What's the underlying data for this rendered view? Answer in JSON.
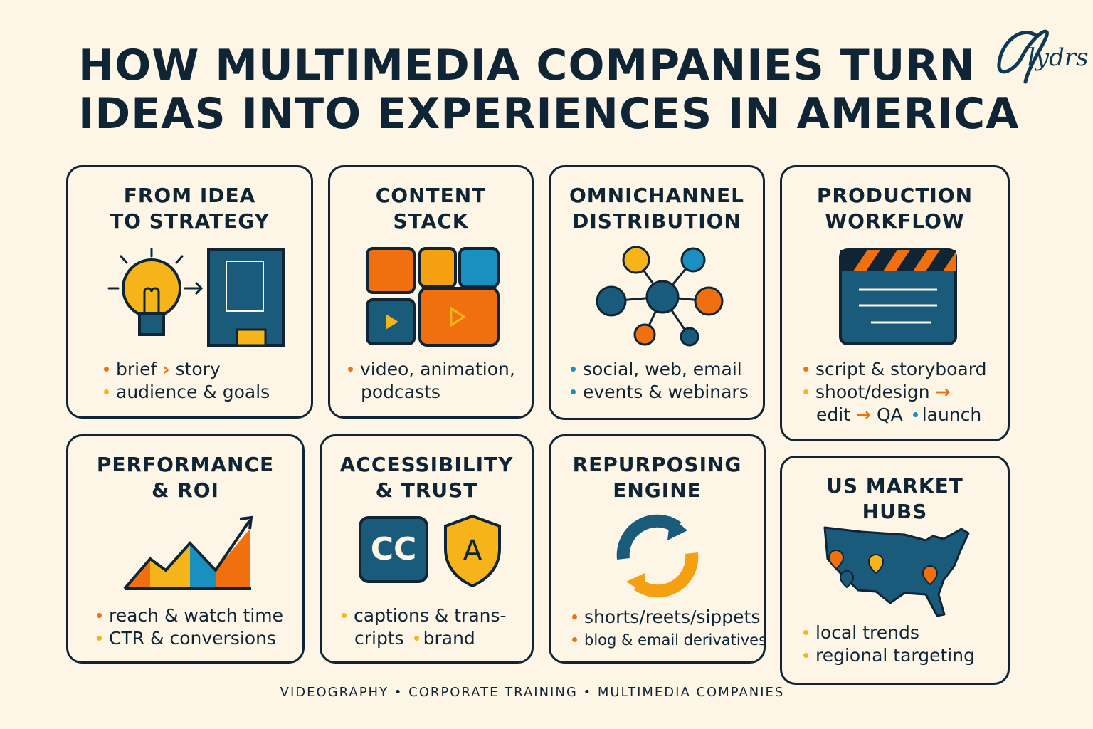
{
  "title": {
    "line1": "HOW MULTIMEDIA COMPANIES TURN",
    "line2": "IDEAS INTO EXPERIENCES IN AMERICA"
  },
  "logo": {
    "text": "Glydrs"
  },
  "colors": {
    "navy": "#0f2535",
    "blue": "#1a5a7a",
    "orange": "#f07010",
    "yellow": "#f5b51a",
    "cyan": "#1a90c0",
    "background": "#fdf6e6"
  },
  "cards": [
    {
      "title1": "FROM IDEA",
      "title2": "TO STRATEGY",
      "icon": "lightbulb-to-document",
      "b1a": "brief",
      "b1b": "story",
      "b2": "audience & goals"
    },
    {
      "title1": "CONTENT",
      "title2": "STACK",
      "icon": "content-tiles",
      "b1": "video, animation,",
      "b2": "podcasts"
    },
    {
      "title1": "OMNICHANNEL",
      "title2": "DISTRIBUTION",
      "icon": "network",
      "b1": "social, web, email",
      "b2": "events & webinars"
    },
    {
      "title1": "PRODUCTION",
      "title2": "WORKFLOW",
      "icon": "clapperboard",
      "b1": "script & storyboard",
      "b2": "shoot/design",
      "b3a": "edit",
      "b3b": "QA",
      "b3c": "launch"
    },
    {
      "title1": "PERFORMANCE",
      "title2": "& ROI",
      "icon": "growth-chart",
      "b1": "reach & watch time",
      "b2": "CTR & conversions"
    },
    {
      "title1": "ACCESSIBILITY",
      "title2": "& TRUST",
      "icon": "captions-shield",
      "cc": "CC",
      "shield": "A",
      "b1": "captions & trans-",
      "b2a": "cripts",
      "b2b": "brand"
    },
    {
      "title1": "REPURPOSING",
      "title2": "ENGINE",
      "icon": "refresh-cycle",
      "b1": "shorts/reets/sippets",
      "b2": "blog & email derivatives"
    },
    {
      "title1": "US MARKET",
      "title2": "HUBS",
      "icon": "us-map-pins",
      "b1": "local trends",
      "b2": "regional targeting"
    }
  ],
  "footer": "VIDEOGRAPHY • CORPORATE TRAINING • MULTIMEDIA COMPANIES"
}
